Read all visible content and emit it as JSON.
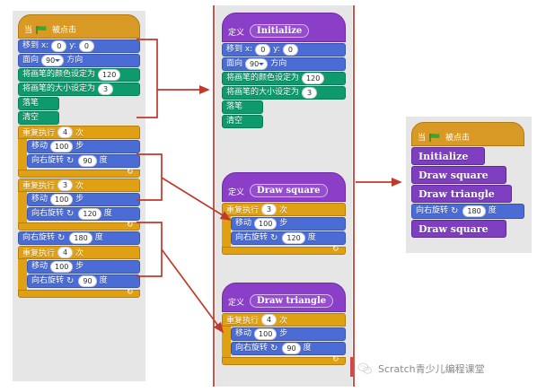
{
  "meta": {
    "title": "Scratch 自定义积木（函数）教学对比图",
    "accent_red": "#c0392b",
    "panel_bg": "#e6e6e6",
    "colors": {
      "motion": "#4a6cd4",
      "pen": "#0e9a6c",
      "control": "#e0a014",
      "events": "#d99a25",
      "more_blocks": "#7d3fc0"
    }
  },
  "footer": {
    "brand": "Scratch青少儿编程课堂",
    "icon": "wechat-icon"
  },
  "labels": {
    "when": "当",
    "clicked": "被点击",
    "define": "定义",
    "goto_x": "移到 x:",
    "goto_y": "y:",
    "point_towards_pre": "面向",
    "point_towards_post": "方向",
    "set_pen_color": "将画笔的颜色设定为",
    "set_pen_size": "将画笔的大小设定为",
    "pen_down": "落笔",
    "clear": "清空",
    "repeat_pre": "重复执行",
    "repeat_post": "次",
    "move_pre": "移动",
    "move_post": "步",
    "turn_right_pre": "向右旋转",
    "turn_right_post": "度",
    "green_flag": "green-flag-icon",
    "turn_icon": "turn-clockwise-icon",
    "loop_arrow": "loop-arrow-icon"
  },
  "panels": {
    "left": {
      "name": "original-long-script",
      "script": {
        "hat": {
          "type": "when-flag-clicked"
        },
        "blocks": [
          {
            "type": "goto-xy",
            "x": "0",
            "y": "0"
          },
          {
            "type": "point-in-direction",
            "direction": "90"
          },
          {
            "type": "set-pen-color",
            "value": "120"
          },
          {
            "type": "set-pen-size",
            "value": "3"
          },
          {
            "type": "pen-down"
          },
          {
            "type": "clear"
          },
          {
            "type": "repeat",
            "times": "4",
            "body": [
              {
                "type": "move",
                "steps": "100"
              },
              {
                "type": "turn-right",
                "degrees": "90"
              }
            ]
          },
          {
            "type": "repeat",
            "times": "3",
            "body": [
              {
                "type": "move",
                "steps": "100"
              },
              {
                "type": "turn-right",
                "degrees": "120"
              }
            ]
          },
          {
            "type": "turn-right",
            "degrees": "180"
          },
          {
            "type": "repeat",
            "times": "4",
            "body": [
              {
                "type": "move",
                "steps": "100"
              },
              {
                "type": "turn-right",
                "degrees": "90"
              }
            ]
          }
        ]
      }
    },
    "middle": {
      "name": "custom-block-definitions",
      "definitions": [
        {
          "name": "Initialize",
          "blocks": [
            {
              "type": "goto-xy",
              "x": "0",
              "y": "0"
            },
            {
              "type": "point-in-direction",
              "direction": "90"
            },
            {
              "type": "set-pen-color",
              "value": "120"
            },
            {
              "type": "set-pen-size",
              "value": "3"
            },
            {
              "type": "pen-down"
            },
            {
              "type": "clear"
            }
          ]
        },
        {
          "name": "Draw square",
          "blocks": [
            {
              "type": "repeat",
              "times": "3",
              "body": [
                {
                  "type": "move",
                  "steps": "100"
                },
                {
                  "type": "turn-right",
                  "degrees": "120"
                }
              ]
            }
          ]
        },
        {
          "name": "Draw triangle",
          "blocks": [
            {
              "type": "repeat",
              "times": "4",
              "body": [
                {
                  "type": "move",
                  "steps": "100"
                },
                {
                  "type": "turn-right",
                  "degrees": "90"
                }
              ]
            }
          ]
        }
      ]
    },
    "right": {
      "name": "refactored-main-script",
      "script": {
        "hat": {
          "type": "when-flag-clicked"
        },
        "blocks": [
          {
            "type": "call",
            "label": "Initialize"
          },
          {
            "type": "call",
            "label": "Draw square"
          },
          {
            "type": "call",
            "label": "Draw triangle"
          },
          {
            "type": "turn-right",
            "degrees": "180"
          },
          {
            "type": "call",
            "label": "Draw square"
          }
        ]
      }
    }
  }
}
